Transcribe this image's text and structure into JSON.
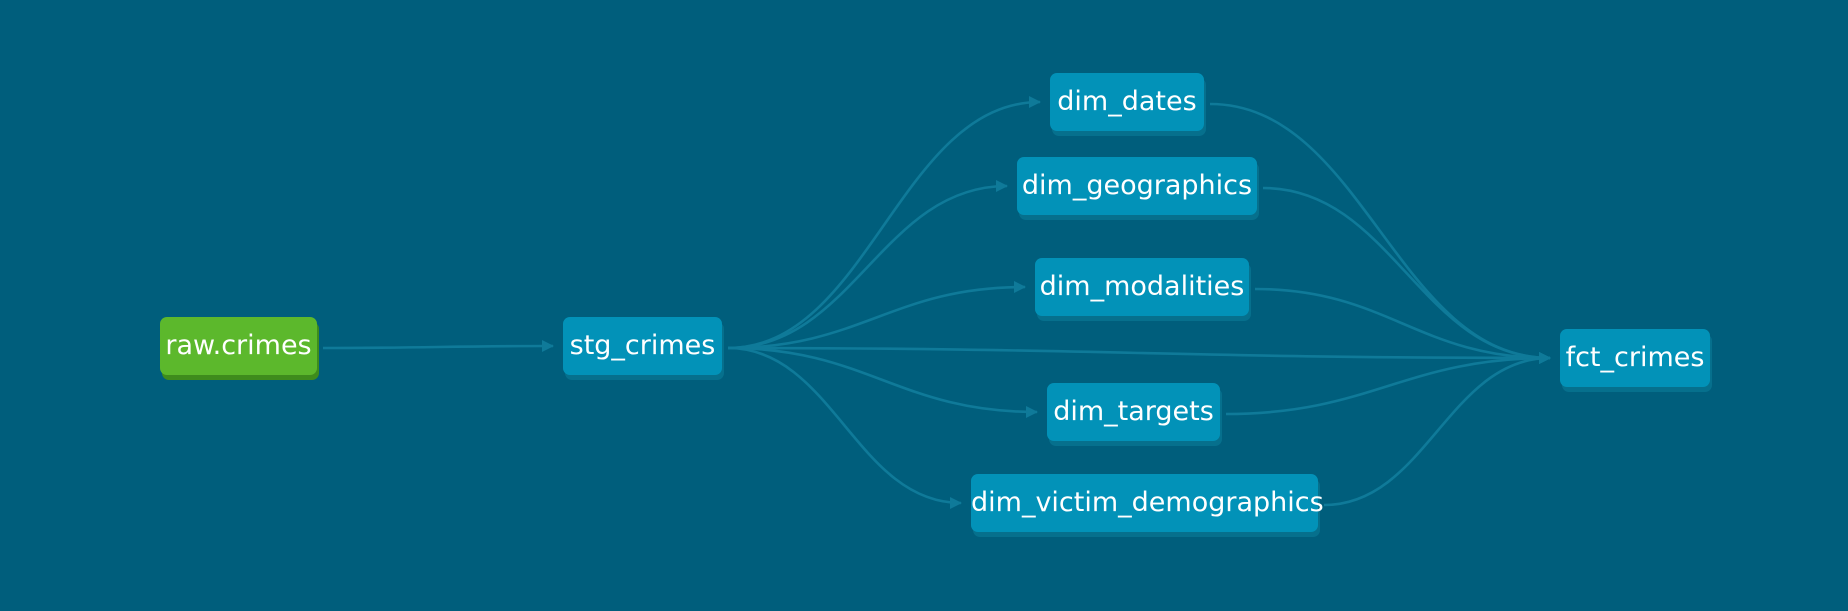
{
  "colors": {
    "background": "#005e7c",
    "model_node": "#0292b8",
    "source_node": "#5cb82c",
    "edge": "#0f7a99"
  },
  "nodes": {
    "raw_crimes": {
      "label": "raw.crimes",
      "kind": "source"
    },
    "stg_crimes": {
      "label": "stg_crimes",
      "kind": "model"
    },
    "dim_dates": {
      "label": "dim_dates",
      "kind": "model"
    },
    "dim_geographics": {
      "label": "dim_geographics",
      "kind": "model"
    },
    "dim_modalities": {
      "label": "dim_modalities",
      "kind": "model"
    },
    "dim_targets": {
      "label": "dim_targets",
      "kind": "model"
    },
    "dim_victim_demographics": {
      "label": "dim_victim_demographics",
      "kind": "model"
    },
    "fct_crimes": {
      "label": "fct_crimes",
      "kind": "model"
    }
  },
  "edges": [
    [
      "raw_crimes",
      "stg_crimes"
    ],
    [
      "stg_crimes",
      "dim_dates"
    ],
    [
      "stg_crimes",
      "dim_geographics"
    ],
    [
      "stg_crimes",
      "dim_modalities"
    ],
    [
      "stg_crimes",
      "dim_targets"
    ],
    [
      "stg_crimes",
      "dim_victim_demographics"
    ],
    [
      "stg_crimes",
      "fct_crimes"
    ],
    [
      "dim_dates",
      "fct_crimes"
    ],
    [
      "dim_geographics",
      "fct_crimes"
    ],
    [
      "dim_modalities",
      "fct_crimes"
    ],
    [
      "dim_targets",
      "fct_crimes"
    ],
    [
      "dim_victim_demographics",
      "fct_crimes"
    ]
  ]
}
